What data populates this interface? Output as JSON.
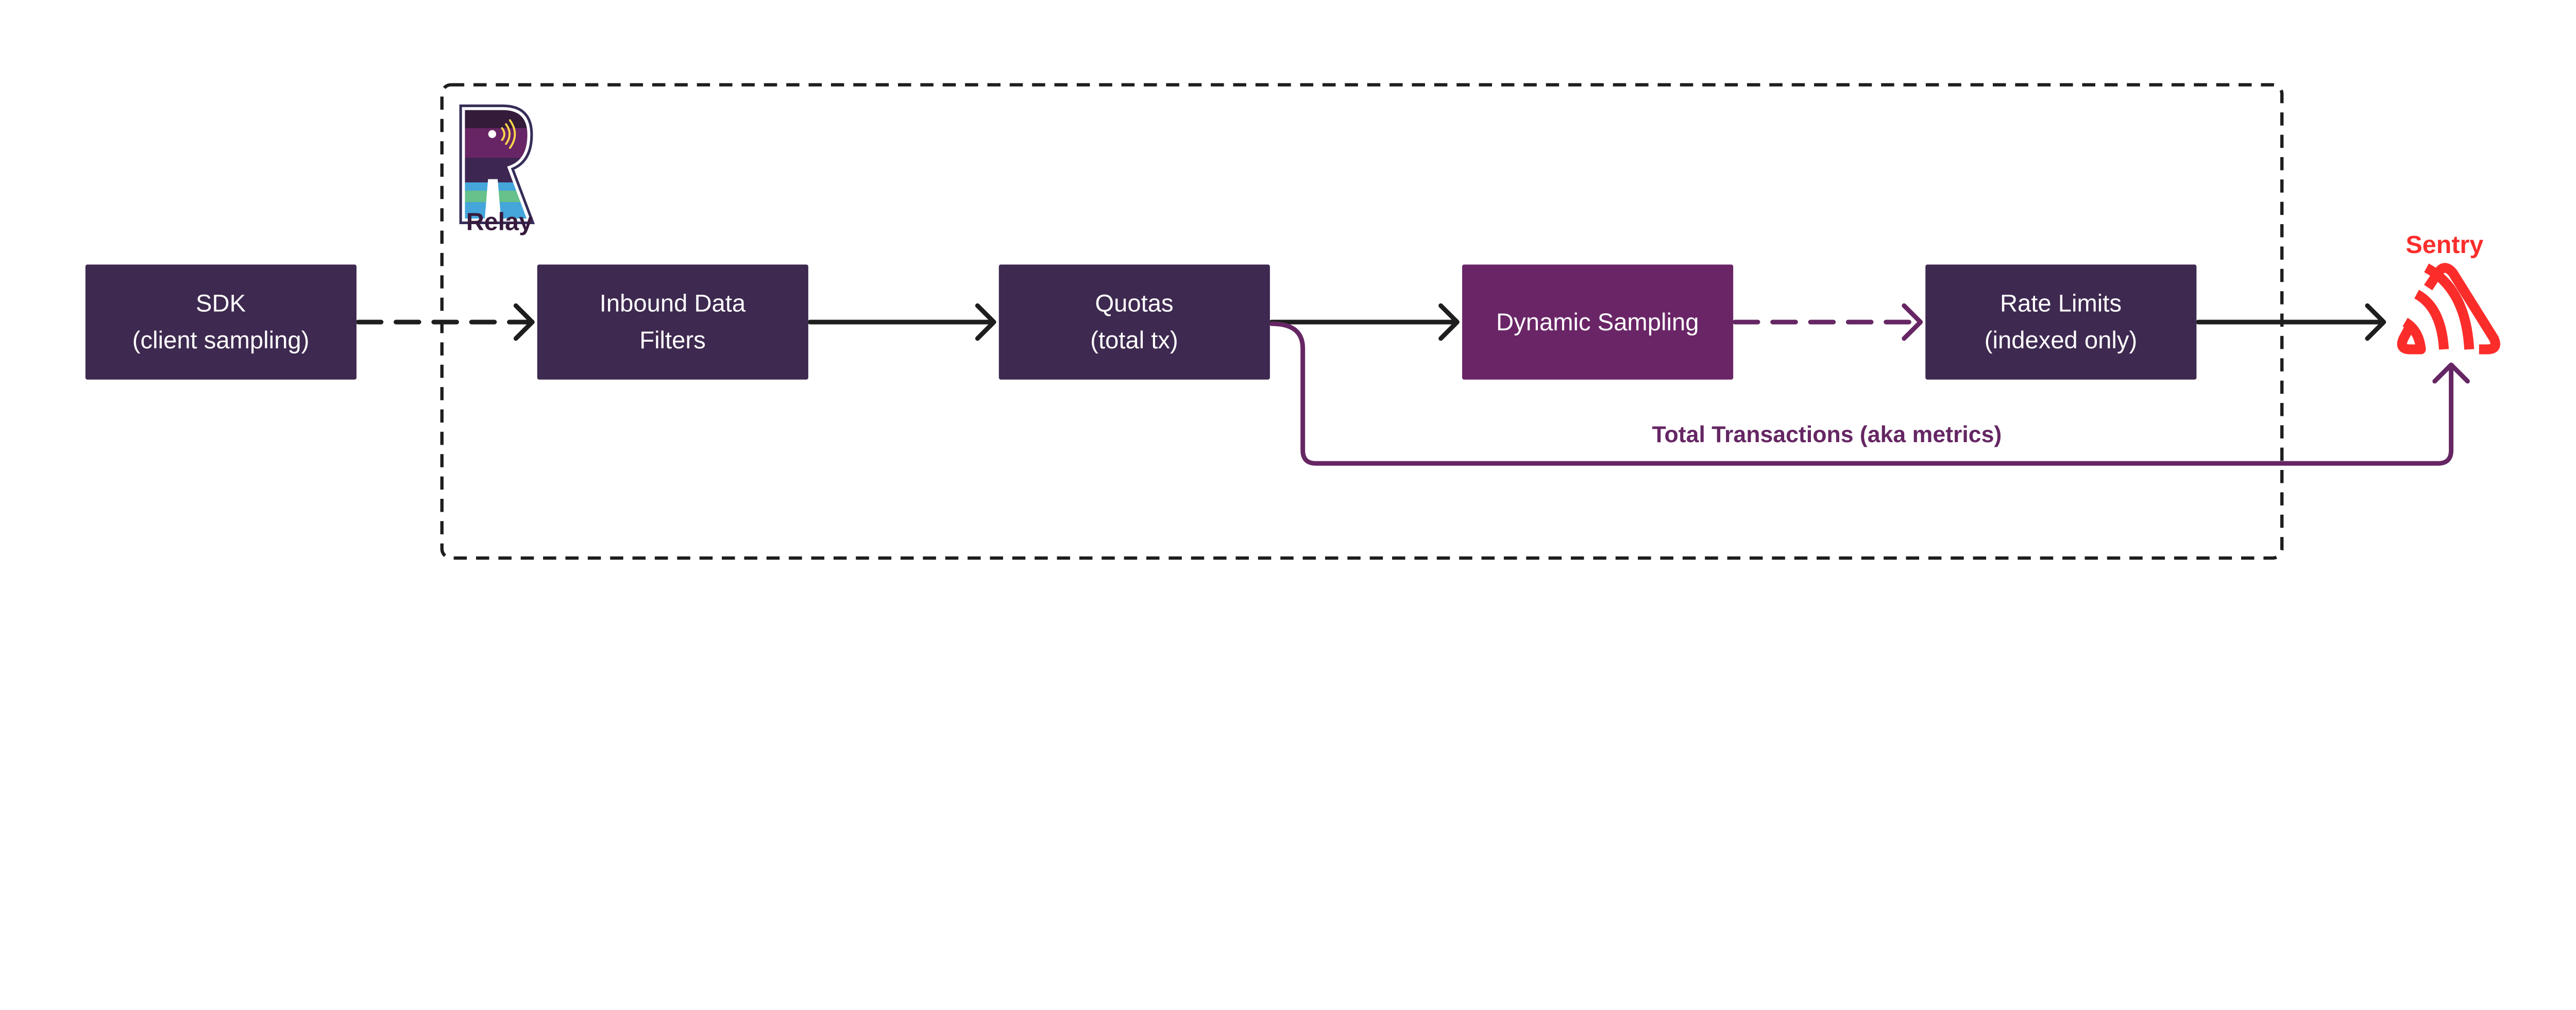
{
  "relay": {
    "label": "Relay"
  },
  "sentry": {
    "label": "Sentry"
  },
  "nodes": [
    {
      "line1": "SDK",
      "line2": "(client sampling)"
    },
    {
      "line1": "Inbound Data",
      "line2": "Filters"
    },
    {
      "line1": "Quotas",
      "line2": "(total tx)"
    },
    {
      "line1": "Dynamic Sampling",
      "line2": ""
    },
    {
      "line1": "Rate Limits",
      "line2": "(indexed only)"
    }
  ],
  "metrics_path": {
    "label": "Total Transactions (aka metrics)"
  },
  "colors": {
    "node": "#3e2950",
    "node_highlight": "#6a2567",
    "metrics_path": "#652663",
    "sentry": "#fb2d2b",
    "arrow": "#1e1e1e"
  }
}
